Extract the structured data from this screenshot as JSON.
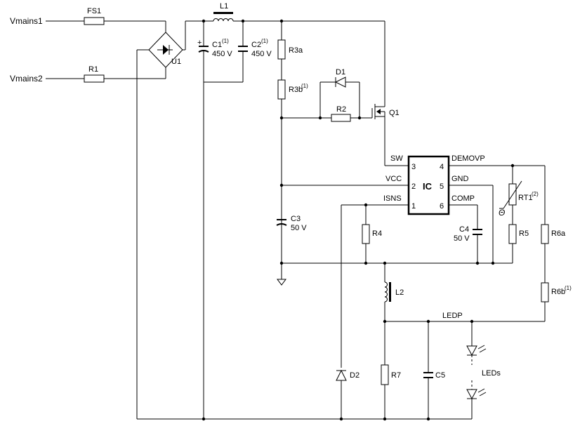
{
  "inputs": {
    "vmains1": "Vmains1",
    "vmains2": "Vmains2"
  },
  "components": {
    "fs1": "FS1",
    "r1": "R1",
    "u1": "U1",
    "l1": "L1",
    "c1": "C1",
    "c1_note": "(1)",
    "c1_value": "450 V",
    "c2": "C2",
    "c2_note": "(1)",
    "c2_value": "450 V",
    "r3a": "R3a",
    "r3b": "R3b",
    "r3b_note": "(1)",
    "d1": "D1",
    "r2": "R2",
    "q1": "Q1",
    "c3": "C3",
    "c3_value": "50 V",
    "r4": "R4",
    "c4": "C4",
    "c4_value": "50 V",
    "rt1": "RT1",
    "rt1_note": "(2)",
    "theta": "Θ",
    "r5": "R5",
    "r6a": "R6a",
    "r6b": "R6b",
    "r6b_note": "(1)",
    "l2": "L2",
    "d2": "D2",
    "r7": "R7",
    "c5": "C5",
    "leds": "LEDs",
    "ledp": "LEDP",
    "plus": "+"
  },
  "ic": {
    "name": "IC",
    "pins": {
      "sw": "SW",
      "sw_num": "3",
      "vcc": "VCC",
      "vcc_num": "2",
      "isns": "ISNS",
      "isns_num": "1",
      "demovp": "DEMOVP",
      "demovp_num": "4",
      "gnd": "GND",
      "gnd_num": "5",
      "comp": "COMP",
      "comp_num": "6"
    }
  }
}
